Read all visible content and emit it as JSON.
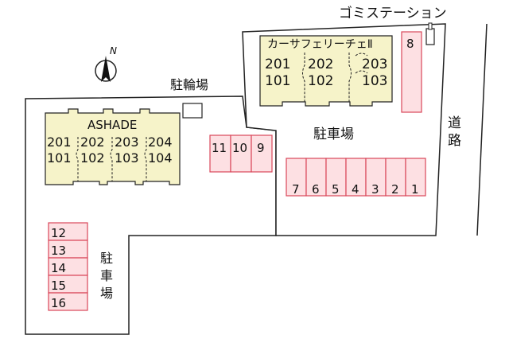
{
  "garbage_station_label": "ゴミステーション",
  "north_label": "N",
  "bicycle_parking_label": "駐輪場",
  "parking_label_main": "駐車場",
  "parking_label_left": [
    "駐",
    "車",
    "場"
  ],
  "road_label": [
    "道",
    "路"
  ],
  "building_left": {
    "name": "ASHADE",
    "units": [
      {
        "upper": "201",
        "lower": "101"
      },
      {
        "upper": "202",
        "lower": "102"
      },
      {
        "upper": "203",
        "lower": "103"
      },
      {
        "upper": "204",
        "lower": "104"
      }
    ]
  },
  "building_right": {
    "name": "カーサフェリーチェⅡ",
    "units": [
      {
        "upper": "201",
        "lower": "101"
      },
      {
        "upper": "202",
        "lower": "102"
      },
      {
        "upper": "203",
        "lower": "103"
      }
    ]
  },
  "parking_spaces": {
    "row_bottom_right": [
      "7",
      "6",
      "5",
      "4",
      "3",
      "2",
      "1"
    ],
    "row_middle": [
      "11",
      "10",
      "9"
    ],
    "column_left": [
      "12",
      "13",
      "14",
      "15",
      "16"
    ],
    "single_top_right": "8"
  },
  "colors": {
    "building_fill": "#f6f3c9",
    "parking_fill": "#fde0e3",
    "parking_stroke": "#d9475a",
    "lot_stroke": "#222222"
  }
}
